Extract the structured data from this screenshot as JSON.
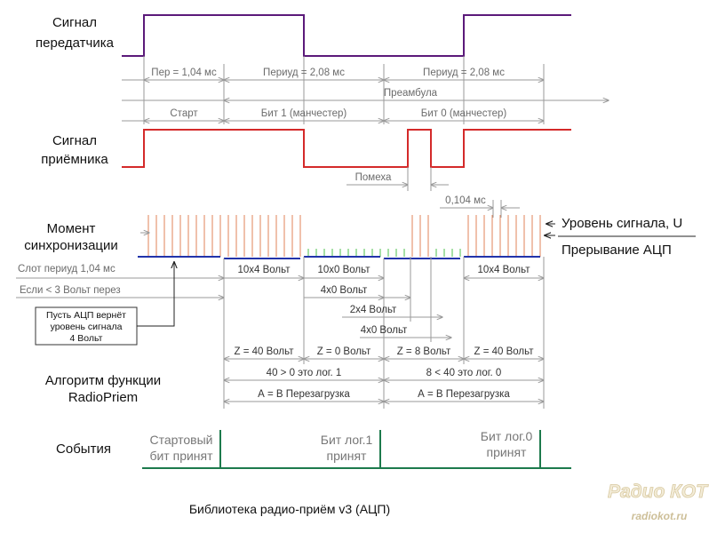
{
  "labels": {
    "tx_line1": "Сигнал",
    "tx_line2": "передатчика",
    "rx_line1": "Сигнал",
    "rx_line2": "приёмника",
    "sync_line1": "Момент",
    "sync_line2": "синхронизации",
    "level": "Уровень сигнала, U",
    "adc_irq": "Прерывание АЦП",
    "algo_line1": "Алгоритм функции",
    "algo_line2": "RadioPriem",
    "events": "События"
  },
  "timing": {
    "per_start": "Пер = 1,04 мс",
    "period1": "Периуд = 2,08 мс",
    "period2": "Периуд = 2,08 мс",
    "preamble": "Преамбула",
    "start": "Старт",
    "bit1": "Бит 1 (манчестер)",
    "bit0": "Бит 0 (манчестер)",
    "noise": "Помеха",
    "step": "0,104 мс"
  },
  "adc": {
    "slot": "Слот периуд 1,04 мс",
    "if_less": "Если < 3 Вольт перез",
    "v1": "10х4 Вольт",
    "v2": "10х0 Вольт",
    "v3": "4х0 Вольт",
    "v4": "2х4 Вольт",
    "v5": "4х0 Вольт",
    "v6": "10х4 Вольт",
    "note_line1": "Пусть АЦП вернёт",
    "note_line2": "уровень сигнала",
    "note_line3": "4 Вольт"
  },
  "algo": {
    "z1": "Z = 40 Вольт",
    "z2": "Z = 0 Вольт",
    "z3": "Z = 8 Вольт",
    "z4": "Z = 40 Вольт",
    "cmp1": "40 > 0 это лог. 1",
    "cmp2": "8 < 40 это лог. 0",
    "reset1": "А = В  Перезагрузка",
    "reset2": "А = В  Перезагрузка"
  },
  "events": {
    "e1_line1": "Стартовый",
    "e1_line2": "бит принят",
    "e2_line1": "Бит лог.1",
    "e2_line2": "принят",
    "e3_line1": "Бит лог.0",
    "e3_line2": "принят"
  },
  "caption": "Библиотека радио-приём v3  (АЦП)",
  "watermark": {
    "title": "Радио КОТ",
    "url": "radiokot.ru"
  },
  "colors": {
    "tx_signal": "#5b1a7a",
    "rx_signal": "#d42a2a",
    "adc_ticks": "#e0835a",
    "adc_ticks_low": "#4ec24e",
    "adc_baseline": "#2233aa",
    "events_line": "#1d7a4c",
    "dim_gray": "#9a9a9a"
  }
}
